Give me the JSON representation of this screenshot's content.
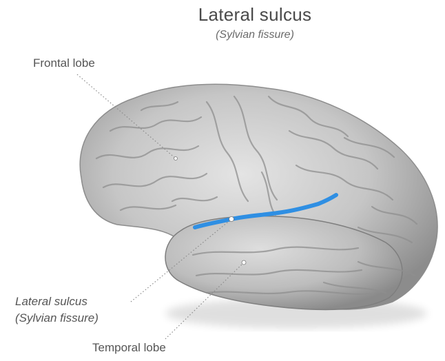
{
  "title": "Lateral sulcus",
  "subtitle": "(Sylvian fissure)",
  "labels": {
    "frontal_lobe": "Frontal lobe",
    "lateral_sulcus_line1": "Lateral sulcus",
    "lateral_sulcus_line2": "(Sylvian fissure)",
    "temporal_lobe": "Temporal lobe"
  },
  "colors": {
    "sulcus_highlight": "#2f8fe3",
    "brain_base": "#c9c9c9",
    "brain_shadow": "#8a8a8a",
    "text": "#555555"
  }
}
